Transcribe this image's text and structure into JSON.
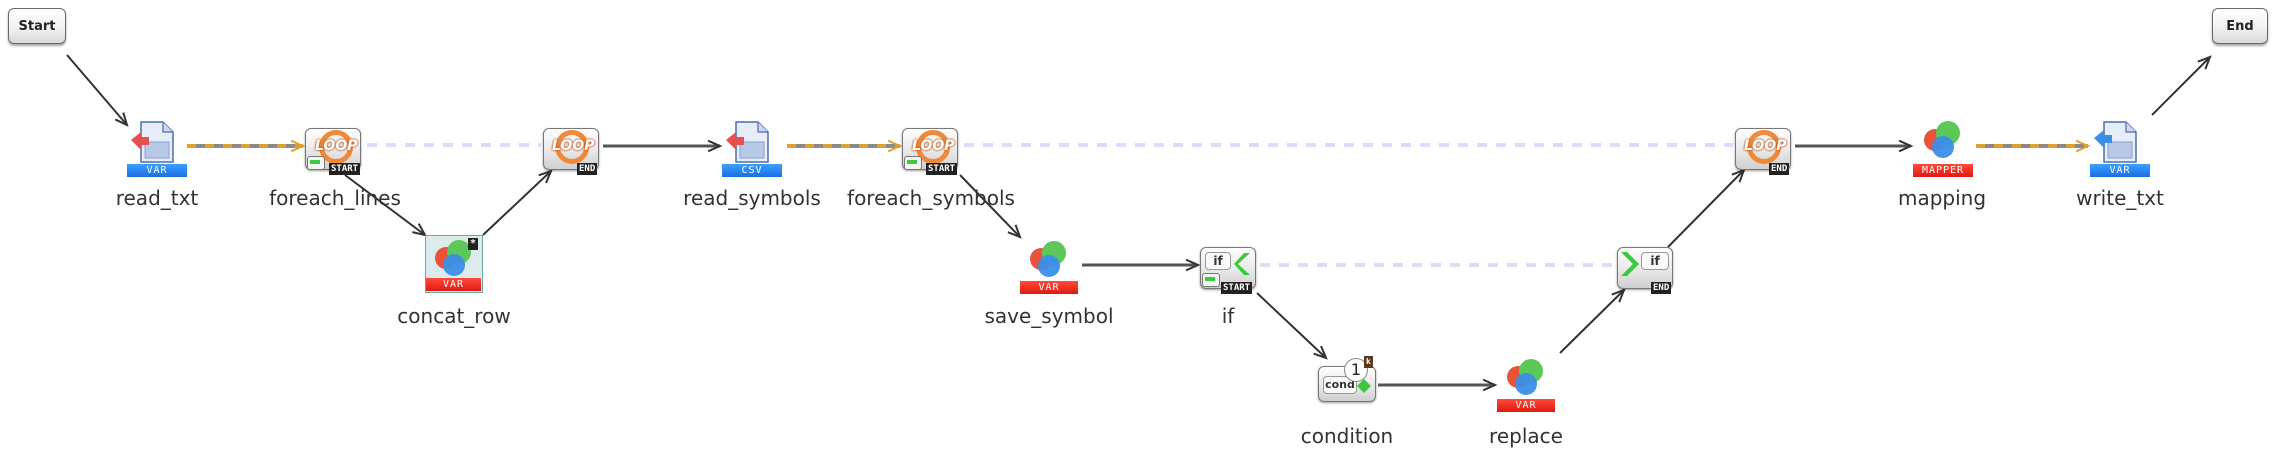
{
  "diagram": {
    "nodes": [
      {
        "id": "start",
        "label": "Start",
        "kind": "terminal"
      },
      {
        "id": "end",
        "label": "End",
        "kind": "terminal"
      },
      {
        "id": "read_txt",
        "label": "read_txt",
        "kind": "file-read",
        "tag": "VAR",
        "tag_color": "#1a6fe0"
      },
      {
        "id": "foreach_lines",
        "label": "foreach_lines",
        "kind": "loop-start",
        "icon_text": "LOOP",
        "stamp": "START"
      },
      {
        "id": "concat_row",
        "label": "concat_row",
        "kind": "variable-selected",
        "tag": "VAR",
        "tag_color": "#e01a10",
        "badge": "*"
      },
      {
        "id": "loop_end_1",
        "label": "",
        "kind": "loop-end",
        "icon_text": "LOOP",
        "stamp": "END"
      },
      {
        "id": "read_symbols",
        "label": "read_symbols",
        "kind": "file-read",
        "tag": "CSV",
        "tag_color": "#1a6fe0"
      },
      {
        "id": "foreach_symbols",
        "label": "foreach_symbols",
        "kind": "loop-start",
        "icon_text": "LOOP",
        "stamp": "START"
      },
      {
        "id": "save_symbol",
        "label": "save_symbol",
        "kind": "variable",
        "tag": "VAR",
        "tag_color": "#e01a10"
      },
      {
        "id": "if_start",
        "label": "if",
        "kind": "if-start",
        "icon_text": "if",
        "stamp": "START"
      },
      {
        "id": "condition",
        "label": "condition",
        "kind": "condition",
        "icon_text": "cond",
        "badge": "1"
      },
      {
        "id": "replace",
        "label": "replace",
        "kind": "variable",
        "tag": "VAR",
        "tag_color": "#e01a10"
      },
      {
        "id": "if_end",
        "label": "",
        "kind": "if-end",
        "icon_text": "if",
        "stamp": "END"
      },
      {
        "id": "loop_end_2",
        "label": "",
        "kind": "loop-end",
        "icon_text": "LOOP",
        "stamp": "END"
      },
      {
        "id": "mapping",
        "label": "mapping",
        "kind": "mapper",
        "tag": "MAPPER",
        "tag_color": "#e01a10"
      },
      {
        "id": "write_txt",
        "label": "write_txt",
        "kind": "file-write",
        "tag": "VAR",
        "tag_color": "#1a6fe0"
      }
    ],
    "edges": [
      {
        "from": "start",
        "to": "read_txt",
        "style": "solid"
      },
      {
        "from": "read_txt",
        "to": "foreach_lines",
        "style": "data"
      },
      {
        "from": "foreach_lines",
        "to": "concat_row",
        "style": "solid"
      },
      {
        "from": "concat_row",
        "to": "loop_end_1",
        "style": "solid"
      },
      {
        "from": "foreach_lines",
        "to": "loop_end_1",
        "style": "scope"
      },
      {
        "from": "loop_end_1",
        "to": "read_symbols",
        "style": "solid"
      },
      {
        "from": "read_symbols",
        "to": "foreach_symbols",
        "style": "data"
      },
      {
        "from": "foreach_symbols",
        "to": "save_symbol",
        "style": "solid"
      },
      {
        "from": "foreach_symbols",
        "to": "loop_end_2",
        "style": "scope"
      },
      {
        "from": "save_symbol",
        "to": "if_start",
        "style": "solid"
      },
      {
        "from": "if_start",
        "to": "if_end",
        "style": "scope"
      },
      {
        "from": "if_start",
        "to": "condition",
        "style": "solid"
      },
      {
        "from": "condition",
        "to": "replace",
        "style": "solid"
      },
      {
        "from": "replace",
        "to": "if_end",
        "style": "solid"
      },
      {
        "from": "if_end",
        "to": "loop_end_2",
        "style": "solid"
      },
      {
        "from": "loop_end_2",
        "to": "mapping",
        "style": "solid"
      },
      {
        "from": "mapping",
        "to": "write_txt",
        "style": "data"
      },
      {
        "from": "write_txt",
        "to": "end",
        "style": "solid"
      }
    ],
    "colors": {
      "edge": "#333333",
      "data_edge_dash": "#e0a030",
      "data_edge_base": "#8a8a8a",
      "scope_edge": "#dcdcf6",
      "loop_orange": "#f08a3a",
      "if_green": "#3ec83e"
    }
  }
}
